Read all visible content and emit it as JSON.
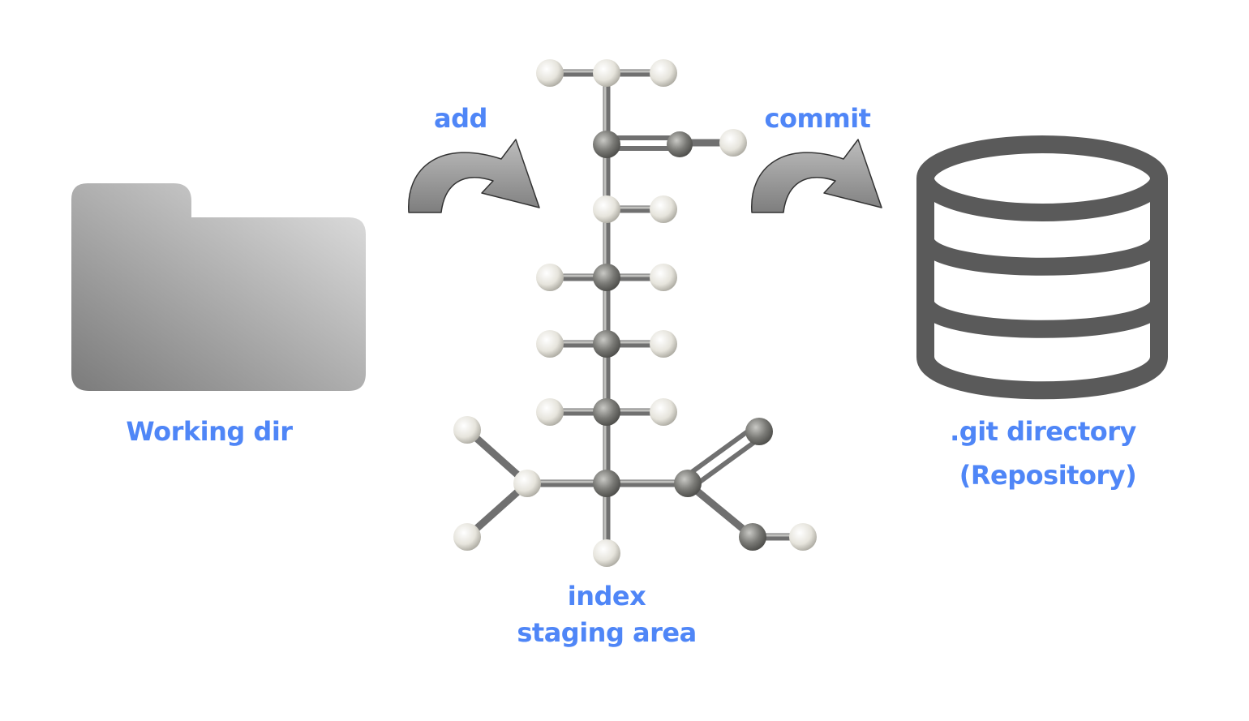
{
  "labels": {
    "working_dir": "Working dir",
    "add": "add",
    "commit": "commit",
    "index": "index",
    "staging_area": "staging area",
    "git_directory": ".git directory",
    "repository": "(Repository)"
  },
  "icons": {
    "working_dir": "folder-icon",
    "add_arrow": "curved-arrow-icon",
    "index": "molecule-tree-icon",
    "commit_arrow": "curved-arrow-icon",
    "repository": "database-icon"
  },
  "colors": {
    "label": "#4f86f7",
    "icon_gray": "#555555",
    "node_white": "#ecebe4",
    "node_gray": "#6f6f6b"
  }
}
